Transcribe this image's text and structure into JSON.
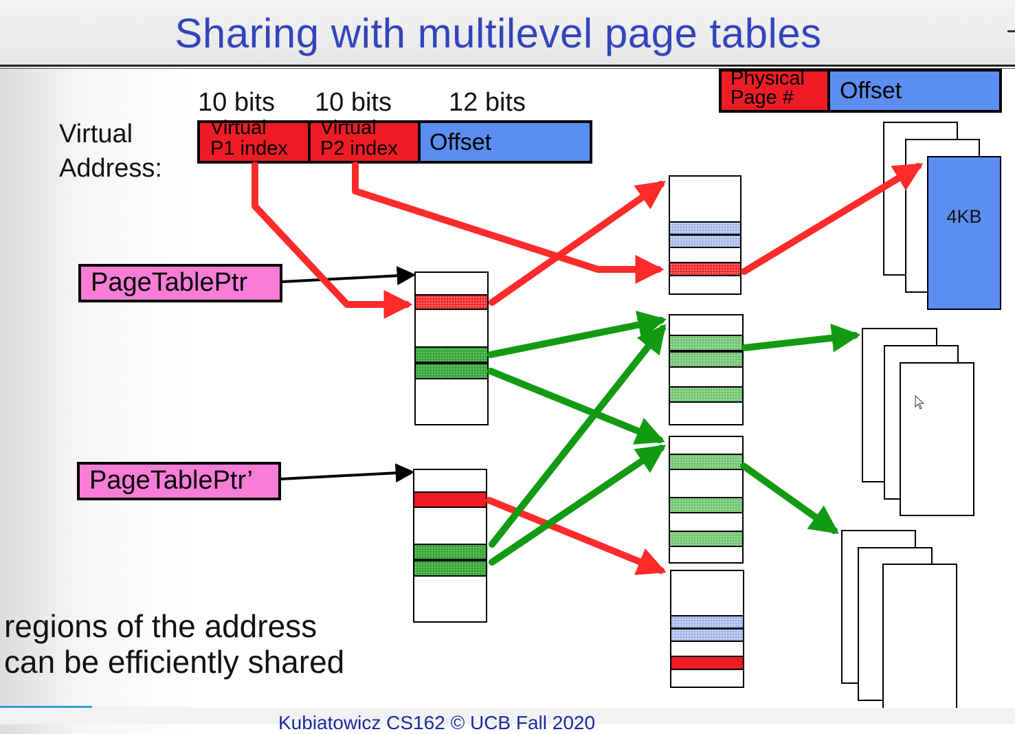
{
  "title": "Sharing with multilevel page tables",
  "virtual_address": {
    "label_line1": "Virtual",
    "label_line2": "Address:",
    "bits": [
      "10 bits",
      "10 bits",
      "12 bits"
    ],
    "fields": {
      "p1": [
        "Virtual",
        "P1 index"
      ],
      "p2": [
        "Virtual",
        "P2 index"
      ],
      "offset": "Offset"
    }
  },
  "physical_address": {
    "ppn": [
      "Physical",
      "Page #"
    ],
    "offset": "Offset"
  },
  "page_table_ptr_a": "PageTablePtr",
  "page_table_ptr_b": "PageTablePtr’",
  "page_label": "4KB",
  "caption": {
    "line1": "regions of the address",
    "line2": "can be efficiently shared"
  },
  "footer": "Kubiatowicz CS162 © UCB Fall 2020",
  "colors": {
    "title": "#3344bb",
    "red_field": "#ee1c24",
    "blue_field": "#5b8ef0",
    "pink_ptr": "#f77dd7",
    "arrow_red": "#ff2a2a",
    "arrow_green": "#139a13",
    "entry_green": "#3fae3f",
    "entry_blue": "#aabbee"
  }
}
